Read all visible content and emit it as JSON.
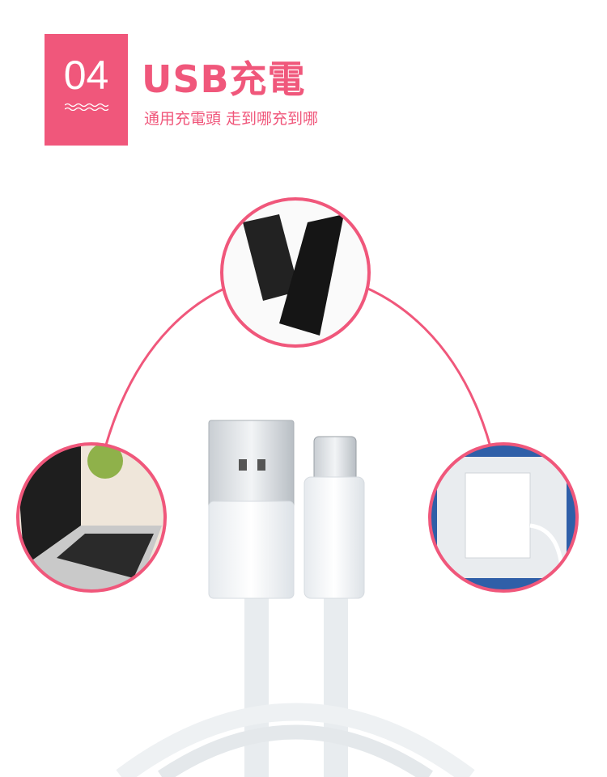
{
  "header": {
    "number": "04",
    "title": "USB充電",
    "subtitle": "通用充電頭 走到哪充到哪"
  },
  "illustrations": [
    "power-bank",
    "laptop",
    "wall-charger",
    "usb-cable"
  ],
  "colors": {
    "accent": "#f0577b"
  }
}
